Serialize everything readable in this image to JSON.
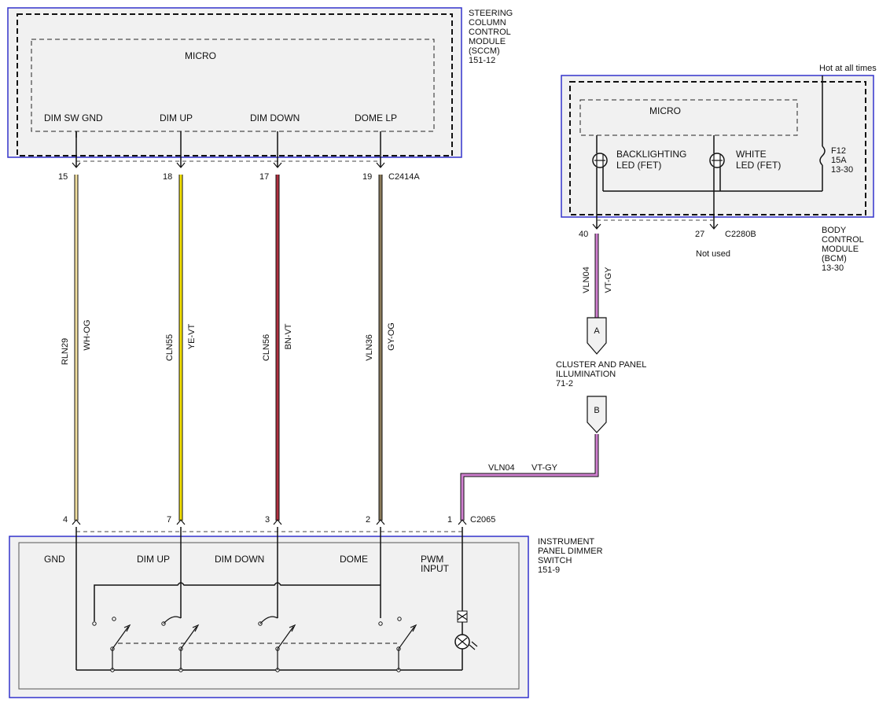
{
  "sccm": {
    "title_lines": [
      "STEERING",
      "COLUMN",
      "CONTROL",
      "MODULE",
      "(SCCM)",
      "151-12"
    ],
    "micro": "MICRO",
    "pins": [
      {
        "label": "DIM SW GND",
        "num": "15"
      },
      {
        "label": "DIM UP",
        "num": "18"
      },
      {
        "label": "DIM DOWN",
        "num": "17"
      },
      {
        "label": "DOME LP",
        "num": "19"
      }
    ],
    "connector": "C2414A"
  },
  "bcm": {
    "title_lines": [
      "BODY",
      "CONTROL",
      "MODULE",
      "(BCM)",
      "13-30"
    ],
    "hot_label": "Hot at all times",
    "micro": "MICRO",
    "backlight_lines": [
      "BACKLIGHTING",
      "LED (FET)"
    ],
    "white_lines": [
      "WHITE",
      "LED (FET)"
    ],
    "fuse_lines": [
      "F12",
      "15A",
      "13-30"
    ],
    "pin_left": "40",
    "pin_right": "27",
    "connector": "C2280B",
    "not_used": "Not used"
  },
  "wires": [
    {
      "circuit": "RLN29",
      "color_code": "WH-OG"
    },
    {
      "circuit": "CLN55",
      "color_code": "YE-VT"
    },
    {
      "circuit": "CLN56",
      "color_code": "BN-VT"
    },
    {
      "circuit": "VLN36",
      "color_code": "GY-OG"
    }
  ],
  "bcm_wire": {
    "circuit": "VLN04",
    "color_code": "VT-GY"
  },
  "horizontal_wire": {
    "circuit": "VLN04",
    "color_code": "VT-GY"
  },
  "ref_a": {
    "letter": "A"
  },
  "ref_b": {
    "letter": "B"
  },
  "cluster_lines": [
    "CLUSTER AND PANEL",
    "ILLUMINATION",
    "71-2"
  ],
  "dimmer": {
    "title_lines": [
      "INSTRUMENT",
      "PANEL DIMMER",
      "SWITCH",
      "151-9"
    ],
    "pins": [
      "4",
      "7",
      "3",
      "2",
      "1"
    ],
    "connector": "C2065",
    "labels": [
      "GND",
      "DIM UP",
      "DIM DOWN",
      "DOME"
    ],
    "pwm_lines": [
      "PWM",
      "INPUT"
    ]
  },
  "colors": {
    "module_border": "#3333cc",
    "module_fill": "#f1f1f1",
    "white_orange": "#f2e0a0",
    "yellow": "#f5e200",
    "brown_red": "#b03040",
    "gray_olive": "#8a7a5a",
    "violet": "#d080d0"
  }
}
